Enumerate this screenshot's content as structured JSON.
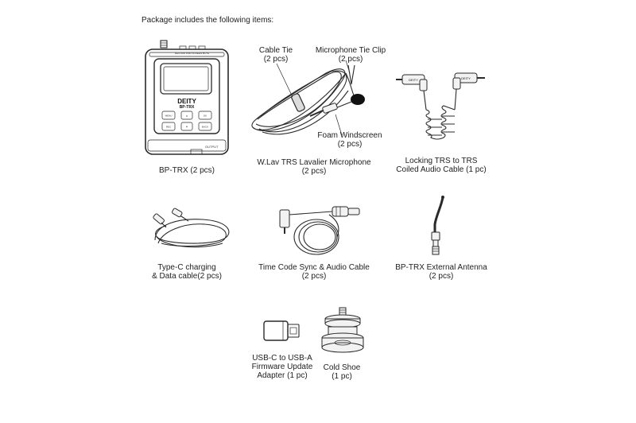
{
  "heading": "Package includes the following items:",
  "items": [
    {
      "lines": [
        "BP-TRX (2 pcs)"
      ]
    },
    {
      "lines": [
        "W.Lav TRS Lavalier Microphone",
        "(2 pcs)"
      ]
    },
    {
      "lines": [
        "Locking TRS to TRS",
        "Coiled Audio Cable (1 pc)"
      ]
    },
    {
      "lines": [
        "Type-C charging",
        "& Data cable(2 pcs)"
      ]
    },
    {
      "lines": [
        "Time Code Sync & Audio Cable",
        "(2 pcs)"
      ]
    },
    {
      "lines": [
        "BP-TRX External Antenna",
        "(2 pcs)"
      ]
    },
    {
      "lines": [
        "USB-C to USB-A",
        "Firmware Update",
        "Adapter (1 pc)"
      ]
    },
    {
      "lines": [
        "Cold Shoe",
        "(1 pc)"
      ]
    }
  ],
  "callouts": {
    "cable_tie": [
      "Cable Tie",
      "(2 pcs)"
    ],
    "tie_clip": [
      "Microphone Tie Clip",
      "(2 pcs)"
    ],
    "windscreen": [
      "Foam Windscreen",
      "(2 pcs)"
    ]
  },
  "device": {
    "brand": "DEITY",
    "model": "BP-TRX",
    "top_labels": "RECORD  PAIR  SCREEN  MUTE",
    "bottom_label": "OUTPUT",
    "buttons": [
      "MENU",
      "▲",
      "OK",
      "REC",
      "▼",
      "BACK"
    ]
  },
  "cable_brand": "DEITY"
}
